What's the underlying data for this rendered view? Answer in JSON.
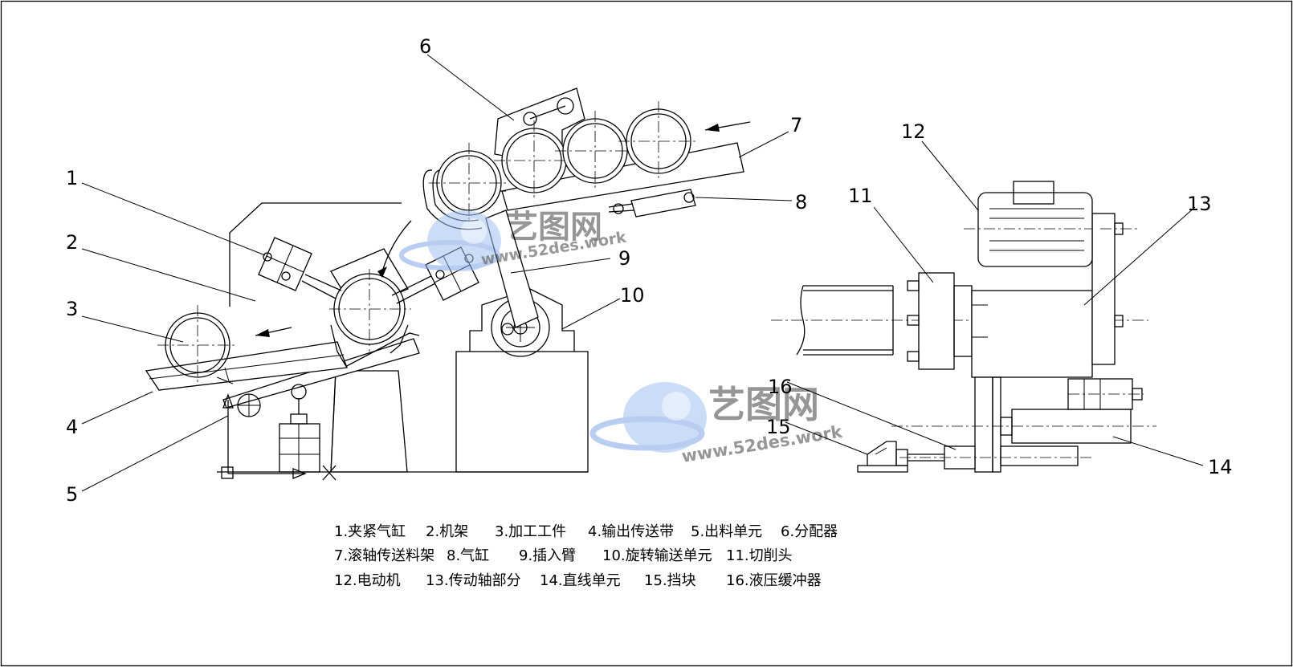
{
  "callouts": [
    "1",
    "2",
    "3",
    "4",
    "5",
    "6",
    "7",
    "8",
    "9",
    "10",
    "11",
    "12",
    "13",
    "14",
    "15",
    "16"
  ],
  "legend": {
    "rows": [
      [
        "1.夹紧气缸",
        "2.机架",
        "3.加工工件",
        "4.输出传送带",
        "5.出料单元",
        "6.分配器"
      ],
      [
        "7.滚轴传送料架",
        "8.气缸",
        "9.插入臂",
        "10.旋转输送单元",
        "11.切削头"
      ],
      [
        "12.电动机",
        "13.传动轴部分",
        "14.直线单元",
        "15.挡块",
        "16.液压缓冲器"
      ]
    ]
  },
  "watermark": {
    "brand": "艺图网",
    "url": "www.52des.work",
    "color": "#7fa6e6"
  }
}
